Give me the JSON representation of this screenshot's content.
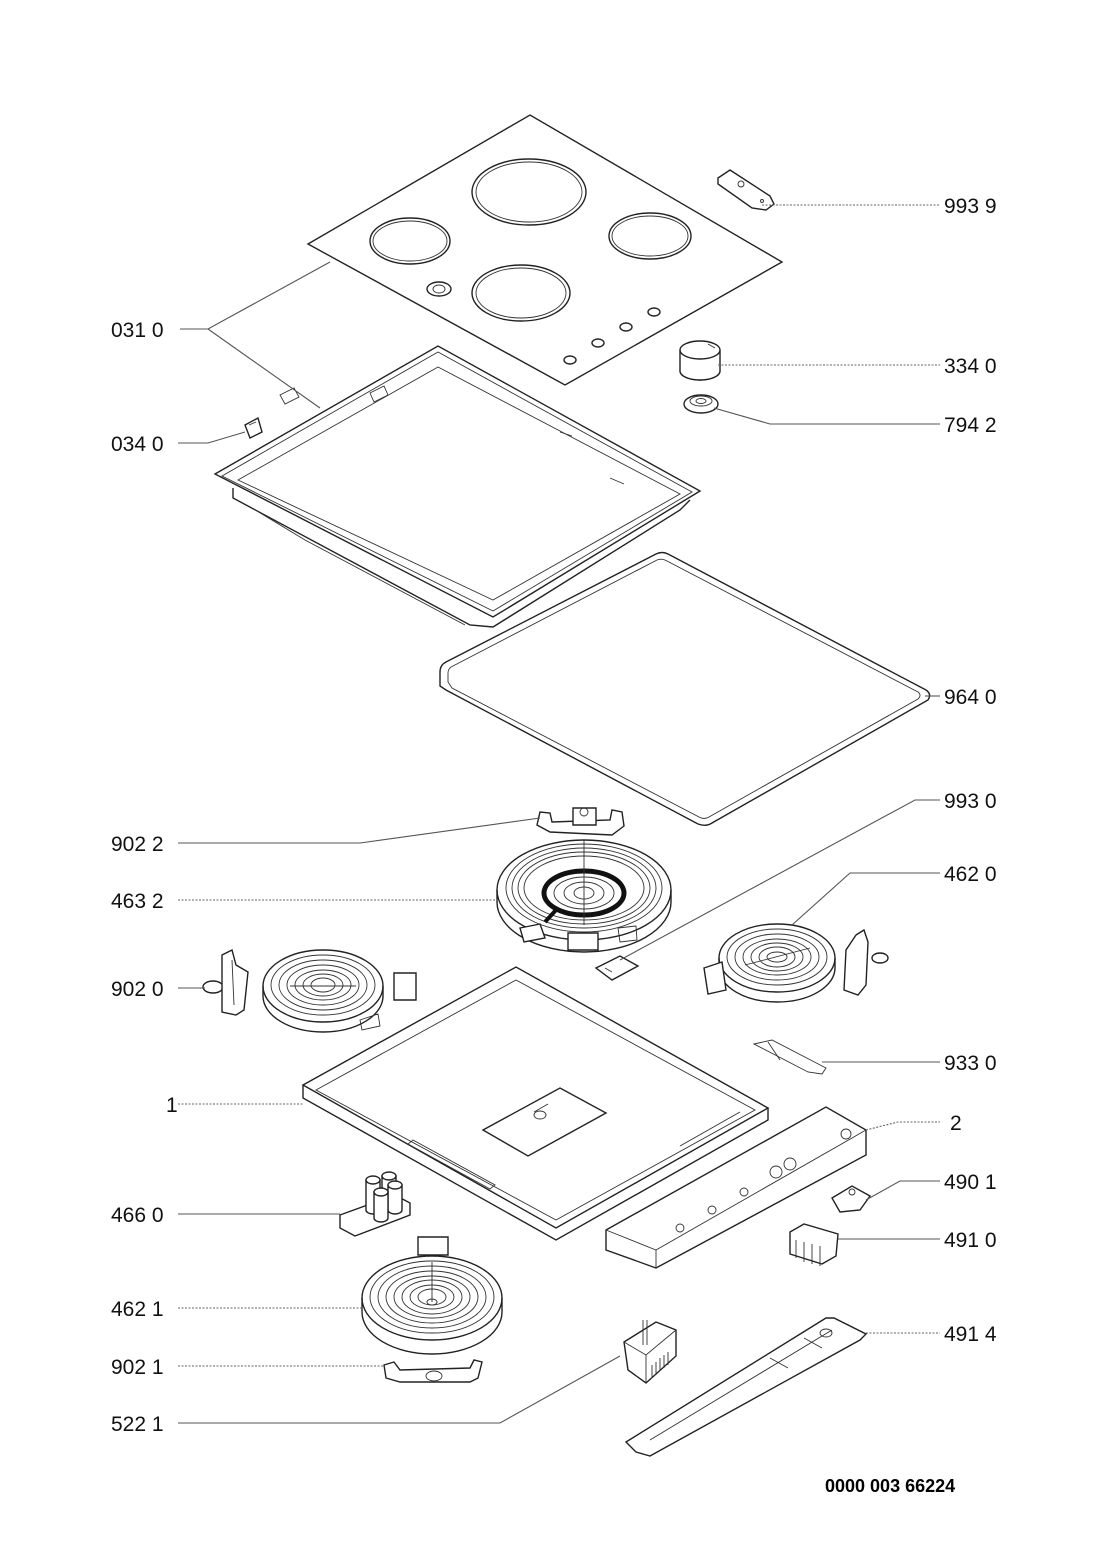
{
  "diagram": {
    "type": "exploded parts diagram",
    "subject": "ceramic glass electric hob assembly",
    "document_code": "0000 003 66224",
    "callouts": [
      {
        "id": "9939",
        "label": "993 9",
        "side": "right",
        "part": "bracket"
      },
      {
        "id": "0310",
        "label": "031 0",
        "side": "left",
        "part": "ceramic glass top / frame"
      },
      {
        "id": "3340",
        "label": "334 0",
        "side": "right",
        "part": "control knob"
      },
      {
        "id": "0340",
        "label": "034 0",
        "side": "left",
        "part": "clip"
      },
      {
        "id": "7942",
        "label": "794 2",
        "side": "right",
        "part": "knob ring"
      },
      {
        "id": "9640",
        "label": "964 0",
        "side": "right",
        "part": "gasket seal"
      },
      {
        "id": "9930",
        "label": "993 0",
        "side": "right",
        "part": "holder"
      },
      {
        "id": "9022",
        "label": "902 2",
        "side": "left",
        "part": "heating element bracket"
      },
      {
        "id": "4620",
        "label": "462 0",
        "side": "right",
        "part": "radiant heating element"
      },
      {
        "id": "4632",
        "label": "463 2",
        "side": "left",
        "part": "dual-circuit radiant heating element"
      },
      {
        "id": "9020",
        "label": "902 0",
        "side": "left",
        "part": "heating element bracket"
      },
      {
        "id": "9330",
        "label": "933 0",
        "side": "right",
        "part": "spring clip"
      },
      {
        "id": "1",
        "label": "1",
        "side": "left",
        "part": "bottom tray"
      },
      {
        "id": "2",
        "label": "2",
        "side": "right",
        "part": "control housing"
      },
      {
        "id": "4660",
        "label": "466 0",
        "side": "left",
        "part": "indicator lamp block"
      },
      {
        "id": "4901",
        "label": "490 1",
        "side": "right",
        "part": "connector"
      },
      {
        "id": "4910",
        "label": "491 0",
        "side": "right",
        "part": "terminal block"
      },
      {
        "id": "4621",
        "label": "462 1",
        "side": "left",
        "part": "radiant heating element"
      },
      {
        "id": "4914",
        "label": "491 4",
        "side": "right",
        "part": "cover strip"
      },
      {
        "id": "9021",
        "label": "902 1",
        "side": "left",
        "part": "heating element bracket"
      },
      {
        "id": "5221",
        "label": "522 1",
        "side": "left",
        "part": "energy regulator"
      }
    ]
  }
}
